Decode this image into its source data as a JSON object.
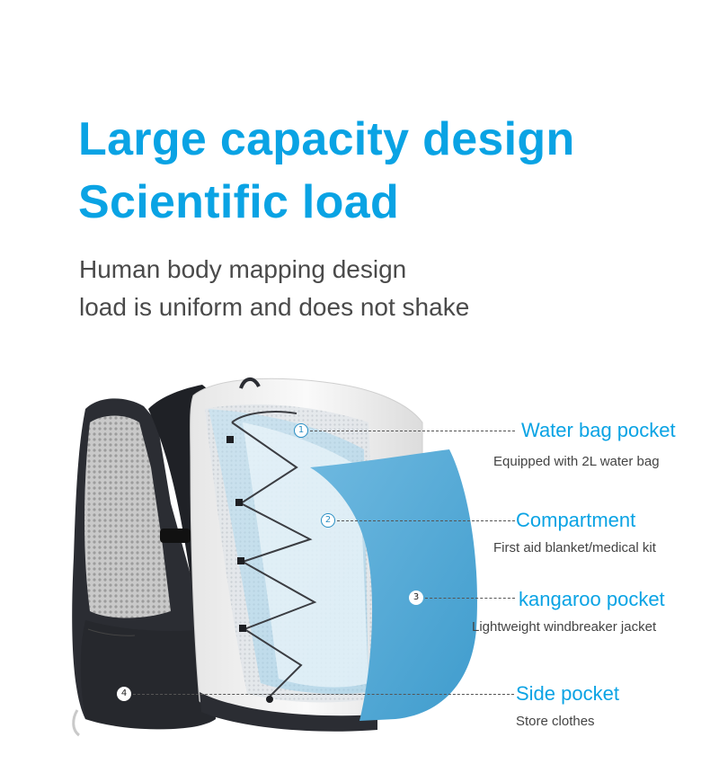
{
  "heading": {
    "line1": "Large capacity design",
    "line2": "Scientific load"
  },
  "subheading": {
    "line1": "Human body mapping design",
    "line2": "load is uniform and does not shake"
  },
  "callouts": [
    {
      "number": "1",
      "title": "Water bag pocket",
      "description": "Equipped with 2L water bag"
    },
    {
      "number": "2",
      "title": "Compartment",
      "description": "First aid blanket/medical kit"
    },
    {
      "number": "3",
      "title": "kangaroo pocket",
      "description": "Lightweight windbreaker jacket"
    },
    {
      "number": "4",
      "title": "Side pocket",
      "description": "Store clothes"
    }
  ],
  "colors": {
    "accent": "#0aa3e4",
    "panel_blue": "#5fb0d9",
    "vest_dark": "#2b2d33",
    "vest_white": "#f4f4f4"
  },
  "icons": [
    "vest-illustration",
    "number-marker"
  ]
}
